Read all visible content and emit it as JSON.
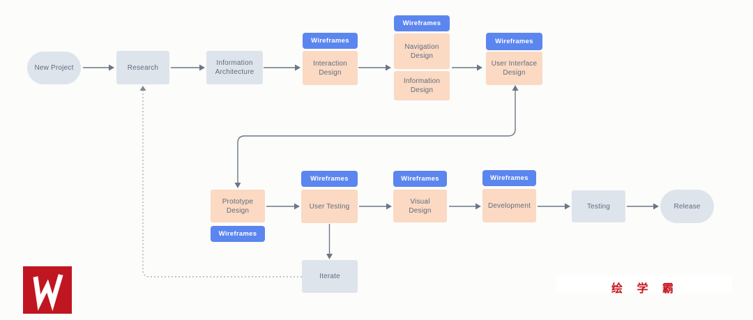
{
  "colors": {
    "background": "#fcfcfa",
    "node_gray": "#dee4eb",
    "node_peach": "#fbd9c3",
    "badge_blue": "#5b86ef",
    "node_text": "#5e6c7d",
    "connector": "#6b7685",
    "dotted_connector": "#9aa2ac",
    "logo_red": "#c01622",
    "watermark_red": "#c9141c"
  },
  "nodes": {
    "new_project": {
      "label": "New Project"
    },
    "research": {
      "label": "Research"
    },
    "information_architecture": {
      "label": "Information Architecture"
    },
    "interaction_design": {
      "label": "Interaction Design",
      "badge": "Wireframes"
    },
    "navigation_design": {
      "label": "Navigation Design",
      "badge": "Wireframes"
    },
    "information_design": {
      "label": "Information Design"
    },
    "user_interface_design": {
      "label": "User Interface Design",
      "badge": "Wireframes"
    },
    "prototype_design": {
      "label": "Prototype Design",
      "badge": "Wireframes"
    },
    "user_testing": {
      "label": "User Testing",
      "badge": "Wireframes"
    },
    "visual_design": {
      "label": "Visual Design",
      "badge": "Wireframes"
    },
    "development": {
      "label": "Development",
      "badge": "Wireframes"
    },
    "testing": {
      "label": "Testing"
    },
    "release": {
      "label": "Release"
    },
    "iterate": {
      "label": "Iterate"
    }
  },
  "branding": {
    "logo_letter": "W",
    "watermark": "绘 学 霸"
  }
}
